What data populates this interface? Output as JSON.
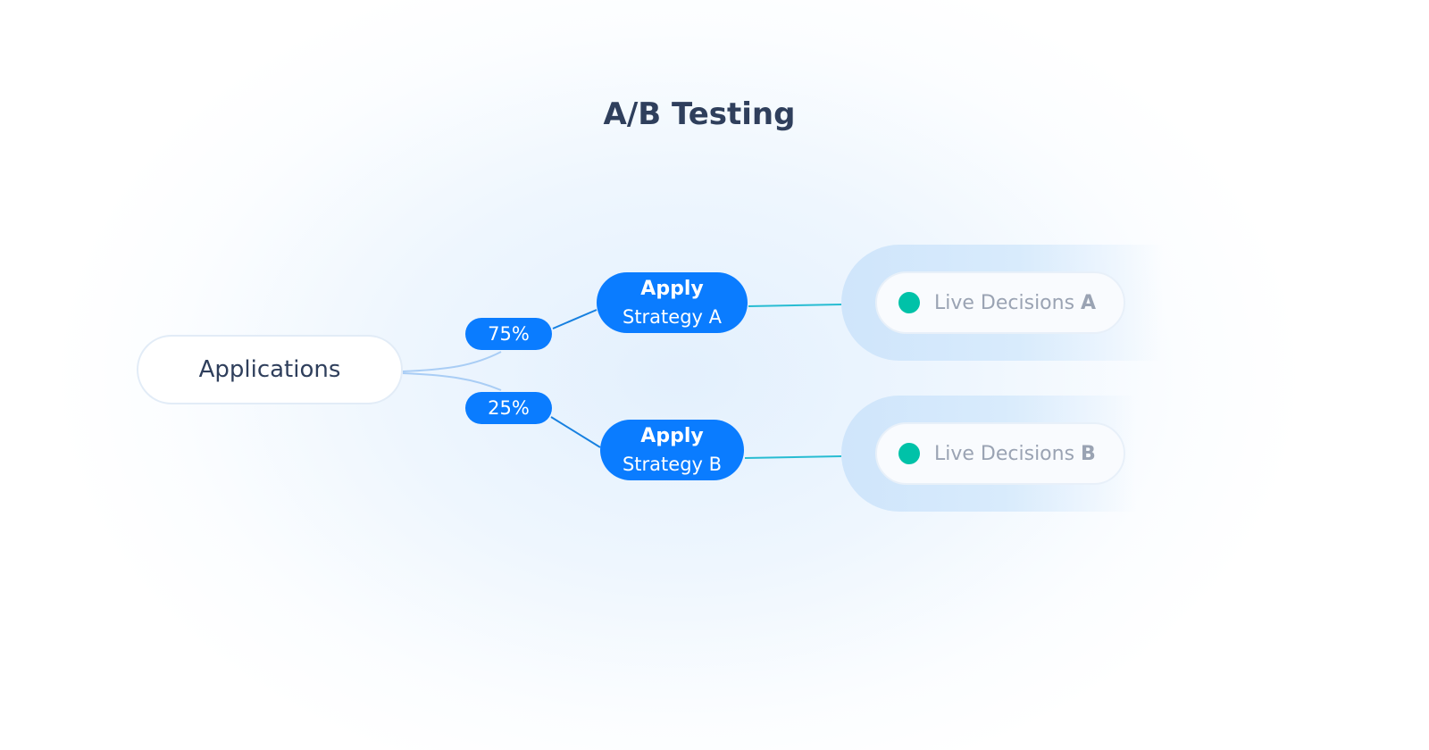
{
  "title": "A/B Testing",
  "source": {
    "label": "Applications"
  },
  "splits": [
    {
      "label": "75%"
    },
    {
      "label": "25%"
    }
  ],
  "strategies": [
    {
      "line1": "Apply",
      "line2": "Strategy A"
    },
    {
      "line1": "Apply",
      "line2": "Strategy B"
    }
  ],
  "outputs": [
    {
      "label": "Live Decisions",
      "suffix": "A"
    },
    {
      "label": "Live Decisions",
      "suffix": "B"
    }
  ],
  "colors": {
    "accent": "#0a7cff",
    "status": "#00c2a8",
    "text": "#2f3f5c"
  }
}
